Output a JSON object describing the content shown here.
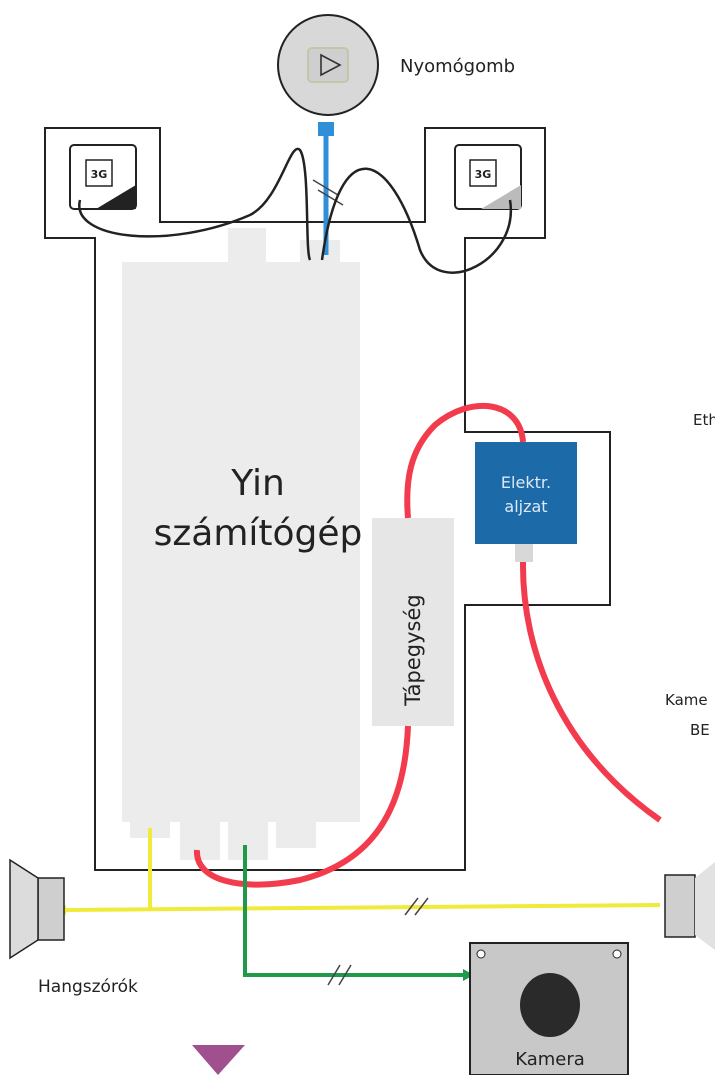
{
  "labels": {
    "button": "Nyomógomb",
    "computer_line1": "Yin",
    "computer_line2": "számítógép",
    "psu": "Tápegység",
    "socket_line1": "Elektr.",
    "socket_line2": "aljzat",
    "speakers": "Hangszórók",
    "camera": "Kamera",
    "antenna_left": "3G",
    "antenna_right": "3G",
    "cut_eth": "Eth",
    "cut_kame": "Kame",
    "cut_be": "BE"
  },
  "colors": {
    "power_cable": "#f23c4d",
    "data_cable_blue": "#2f8fd8",
    "audio_cable": "#f0ea3a",
    "camera_cable": "#1e9a4a",
    "socket_fill": "#1d6aa8",
    "outline": "#222222",
    "computer_fill": "#ececec",
    "marker": "#a0508f"
  },
  "icons": {
    "button": "play-icon",
    "speaker": "speaker-icon",
    "camera": "camera-icon"
  }
}
